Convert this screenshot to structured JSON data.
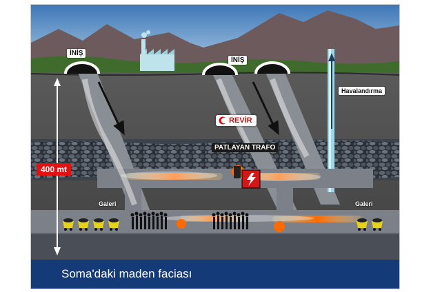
{
  "labels": {
    "inis_left": "İNİŞ",
    "inis_right": "İNİŞ",
    "havalandirma": "Havalandırma",
    "revir": "REVİR",
    "patlayan_trafo": "PATLAYAN TRAFO",
    "depth": "400 mt",
    "galeri_left": "Galeri",
    "galeri_right": "Galeri"
  },
  "caption": "Soma'daki maden faciası",
  "icons": [
    "crescent-icon",
    "factory-icon",
    "transformer-icon",
    "fire-icon",
    "mine-cart-icon",
    "miner-silhouette-icon",
    "arrow-icon"
  ],
  "colors": {
    "sky": "#5b8ec4",
    "earth": "#4d4d4d",
    "coal": "#2f3640",
    "shaft": "#8a8f96",
    "fire": "#ff7a1a",
    "ventilation": "#9fd6e8",
    "label_red": "#e21212",
    "caption_bar": "#143a78"
  }
}
